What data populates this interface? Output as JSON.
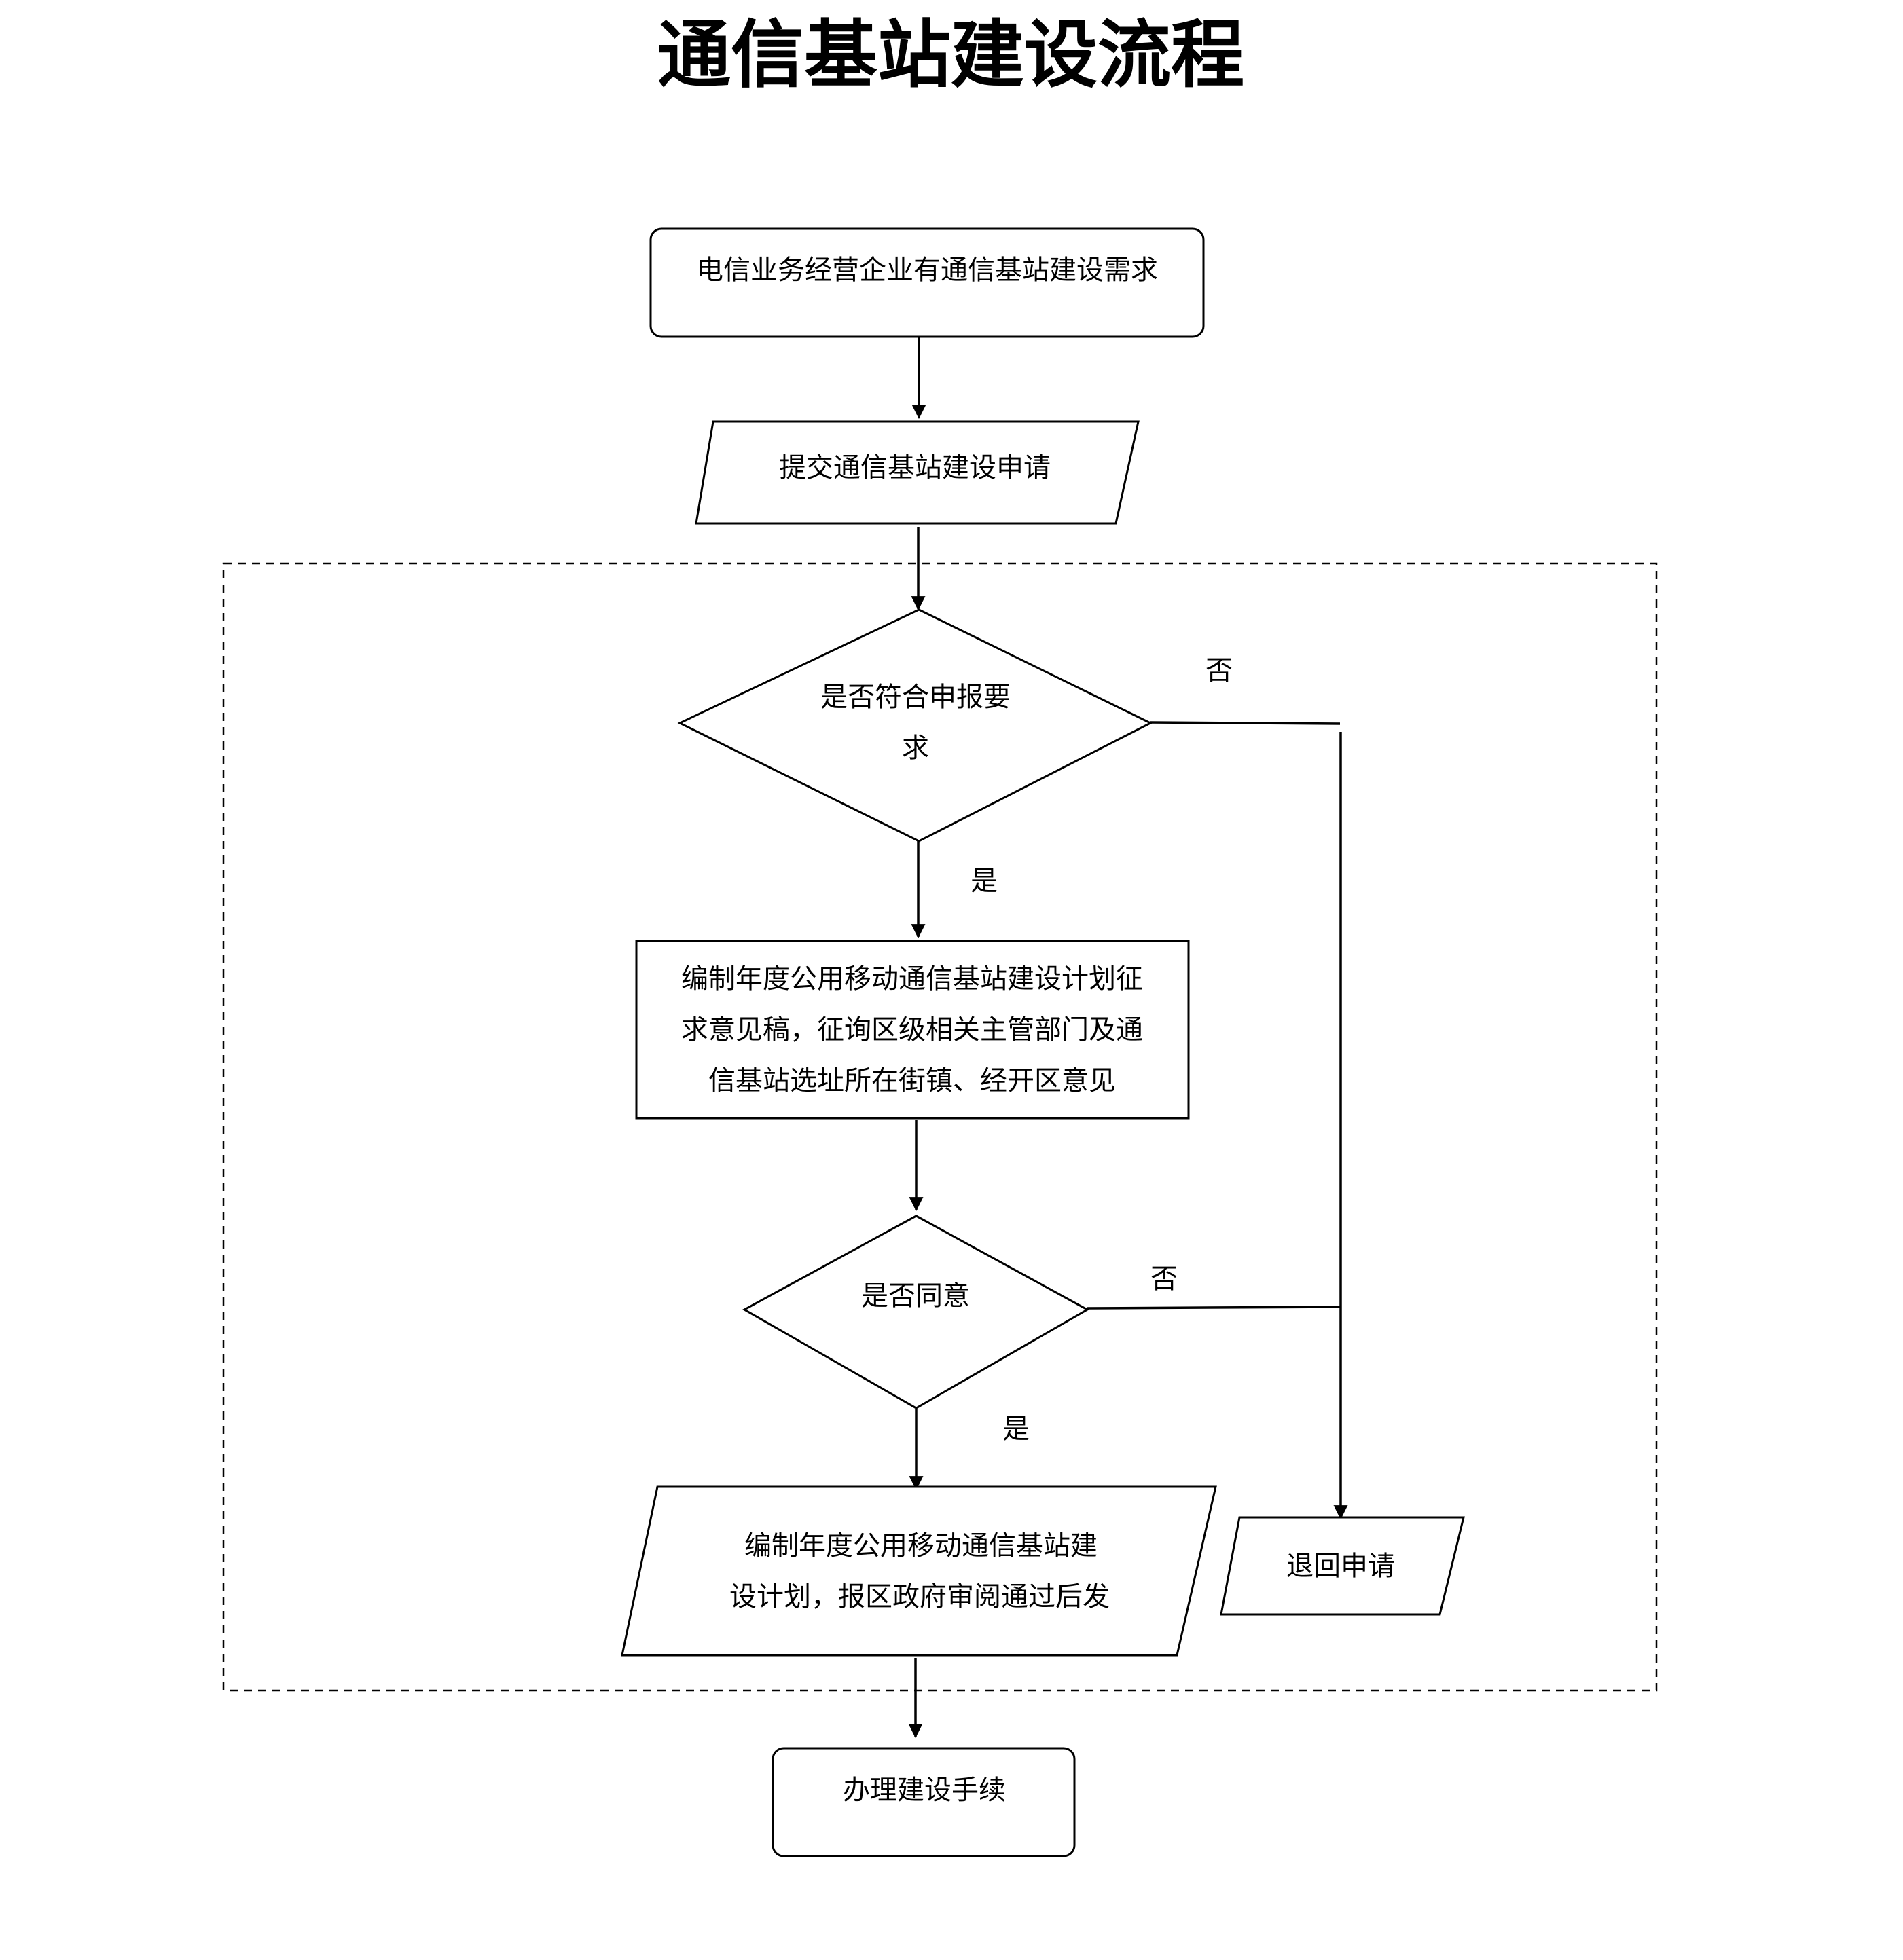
{
  "title": "通信基站建设流程",
  "nodes": {
    "start": {
      "lines": [
        "电信业务经营企业有通信基站建设需求"
      ]
    },
    "submit": {
      "lines": [
        "提交通信基站建设申请"
      ]
    },
    "check_requirements": {
      "lines": [
        "是否符合申报要",
        "求"
      ]
    },
    "draft_plan": {
      "lines": [
        "编制年度公用移动通信基站建设计划征",
        "求意见稿，征询区级相关主管部门及通",
        "信基站选址所在街镇、经开区意见"
      ]
    },
    "agree": {
      "lines": [
        "是否同意"
      ]
    },
    "publish_plan": {
      "lines": [
        "编制年度公用移动通信基站建",
        "设计划，报区政府审阅通过后发"
      ]
    },
    "return": {
      "lines": [
        "退回申请"
      ]
    },
    "end": {
      "lines": [
        "办理建设手续"
      ]
    }
  },
  "edge_labels": {
    "check_no": "否",
    "check_yes": "是",
    "agree_no": "否",
    "agree_yes": "是"
  }
}
